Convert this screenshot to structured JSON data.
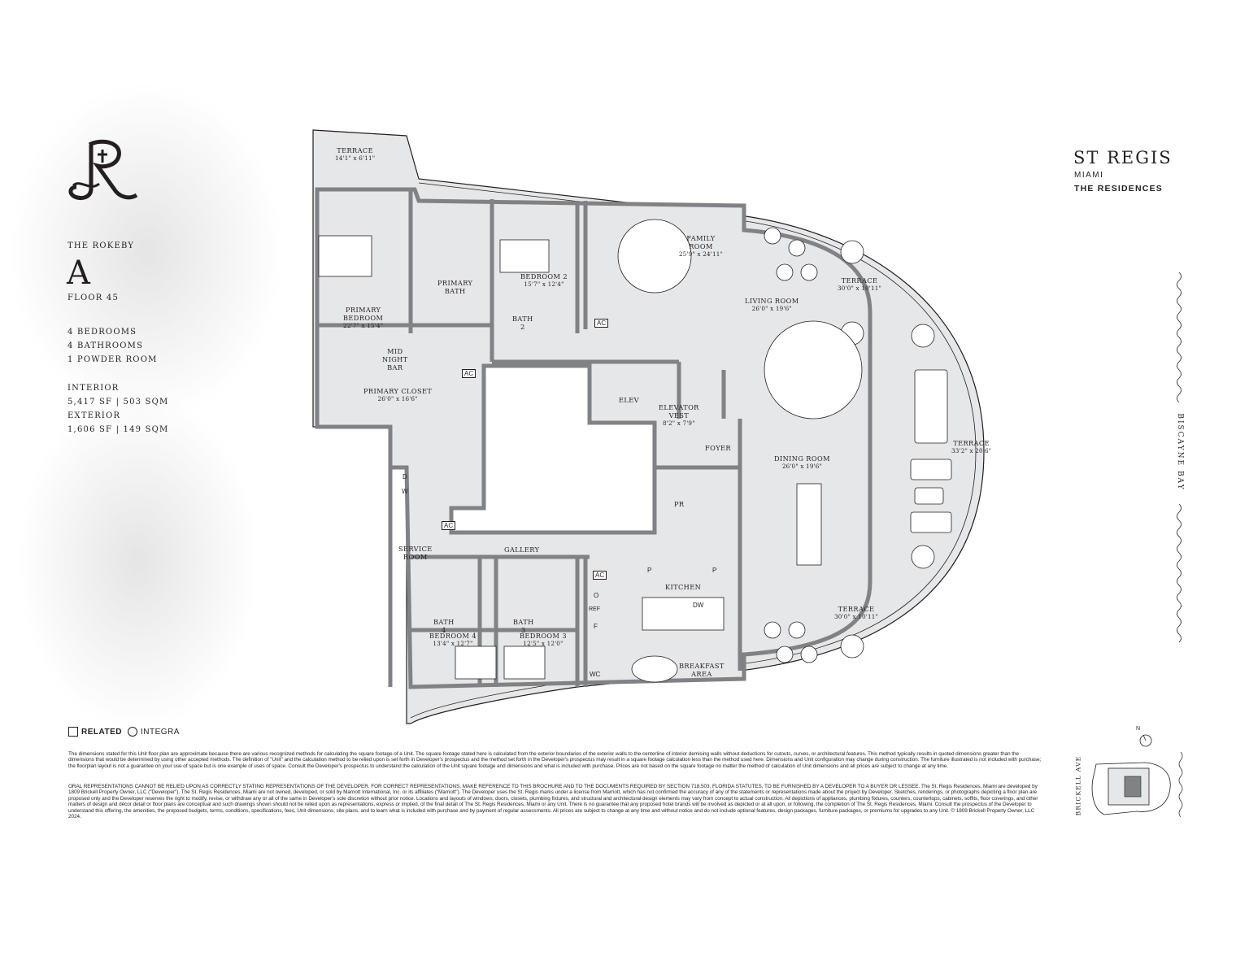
{
  "brand": {
    "logo_monogram": "R",
    "building_name": "THE ROKEBY",
    "unit": "A",
    "floor": "FLOOR 45",
    "st_regis_title": "ST REGIS",
    "st_regis_city": "MIAMI",
    "st_regis_sub": "THE RESIDENCES",
    "developer_related": "RELATED",
    "developer_integra": "INTEGRA"
  },
  "specs": {
    "bedrooms": "4 BEDROOMS",
    "bathrooms": "4 BATHROOMS",
    "powder": "1 POWDER ROOM",
    "interior_label": "INTERIOR",
    "interior_value": "5,417 SF | 503 SQM",
    "exterior_label": "EXTERIOR",
    "exterior_value": "1,606 SF | 149 SQM"
  },
  "rooms": {
    "terrace_nw": {
      "name": "TERRACE",
      "dim": "14'1\" x 6'11\""
    },
    "primary_bedroom": {
      "name": "PRIMARY\nBEDROOM",
      "dim": "22'7\" x 15'4\""
    },
    "primary_bath": {
      "name": "PRIMARY\nBATH"
    },
    "bedroom2": {
      "name": "BEDROOM 2",
      "dim": "15'7\" x 12'4\""
    },
    "bath2": {
      "name": "BATH\n2"
    },
    "family_room": {
      "name": "FAMILY\nROOM",
      "dim": "25'9\" x 24'11\""
    },
    "terrace_ne": {
      "name": "TERRACE",
      "dim": "30'0\" x 10'11\""
    },
    "living_room": {
      "name": "LIVING ROOM",
      "dim": "26'0\" x 19'6\""
    },
    "midnight_bar": {
      "name": "MID\nNIGHT\nBAR"
    },
    "primary_closet": {
      "name": "PRIMARY CLOSET",
      "dim": "26'0\" x 16'6\""
    },
    "elev": {
      "name": "ELEV"
    },
    "elevator_vest": {
      "name": "ELEVATOR\nVEST",
      "dim": "8'2\" x 7'9\""
    },
    "foyer": {
      "name": "FOYER"
    },
    "terrace_e": {
      "name": "TERRACE",
      "dim": "33'2\" x 20'6\""
    },
    "dining_room": {
      "name": "DINING ROOM",
      "dim": "26'0\" x 19'6\""
    },
    "service_room": {
      "name": "SERVICE\nROOM"
    },
    "pr": {
      "name": "PR"
    },
    "gallery": {
      "name": "GALLERY"
    },
    "kitchen": {
      "name": "KITCHEN"
    },
    "bath4": {
      "name": "BATH\n4"
    },
    "bath3": {
      "name": "BATH\n3"
    },
    "bedroom4": {
      "name": "BEDROOM 4",
      "dim": "13'4\" x 12'7\""
    },
    "bedroom3": {
      "name": "BEDROOM 3",
      "dim": "12'5\" x 12'0\""
    },
    "terrace_se": {
      "name": "TERRACE",
      "dim": "30'0\" x 10'11\""
    },
    "breakfast_area": {
      "name": "BREAKFAST\nAREA"
    }
  },
  "fixtures": {
    "ac": "AC",
    "d": "D",
    "w": "W",
    "p": "P",
    "dw": "DW",
    "o": "O",
    "ref": "REF",
    "f": "F",
    "wc": "WC"
  },
  "orientation": {
    "bay": "BISCAYNE BAY",
    "avenue": "BRICKELL AVE",
    "north": "N"
  },
  "disclaimer": {
    "para1": "The dimensions stated for this Unit floor plan are approximate because there are various recognized methods for calculating the square footage of a Unit. The square footage stated here is calculated from the exterior boundaries of the exterior walls to the centerline of interior demising walls without deductions for cutouts, curves, or architectural features. This method typically results in quoted dimensions greater than the dimensions that would be determined by using other accepted methods. The definition of \"Unit\" and the calculation method to be relied upon is set forth in Developer's prospectus and the method set forth in the Developer's prospectus may result in a square footage calculation less than the method used here. Dimensions and Unit configuration may change during construction. The furniture illustrated is not included with purchase; the floorplan layout is not a guarantee on your use of space but is one example of uses of space. Consult the Developer's prospectus to understand the calculation of the Unit square footage and dimensions and what is included with purchase. Prices are not based on the square footage no matter the method of calculation of Unit dimensions and all prices are subject to change at any time.",
    "para2": "ORAL REPRESENTATIONS CANNOT BE RELIED UPON AS CORRECTLY STATING REPRESENTATIONS OF THE DEVELOPER. FOR CORRECT REPRESENTATIONS, MAKE REFERENCE TO THIS BROCHURE AND TO THE DOCUMENTS REQUIRED BY SECTION 718.503, FLORIDA STATUTES, TO BE FURNISHED BY A DEVELOPER TO A BUYER OR LESSEE. The St. Regis Residences, Miami are developed by 1809 Brickell Property Owner, LLC (\"Developer\"). The St. Regis Residences, Miami are not owned, developed, or sold by Marriott International, Inc. or its affiliates (\"Marriott\"). The Developer uses the St. Regis marks under a license from Marriott, which has not confirmed the accuracy of any of the statements or representations made about the project by Developer. Sketches, renderings, or photographs depicting a floor plan are proposed only and the Developer reserves the right to modify, revise, or withdraw any or all of the same in Developer's sole discretion without prior notice. Locations and layouts of windows, doors, closets, plumbing fixtures, and structural and architectural design elements may vary from concept to actual construction. All depictions of appliances, plumbing fixtures, counters, countertops, cabinets, soffits, floor coverings, and other matters of design and décor detail or floor plans are conceptual and such drawings shown should not be relied upon as representations, express or implied, of the final detail of The St. Regis Residences, Miami or any Unit. There is no guarantee that any proposed hotel brands will be involved as depicted or at all upon, or following, the completion of The St. Regis Residences, Miami. Consult the prospectus of the Developer to understand this offering, the amenities, the proposed budgets, terms, conditions, specifications, fees, Unit dimensions, site plans, and to learn what is included with purchase and by payment of regular assessments. All prices are subject to change at any time and without notice and do not include optional features, design packages, furniture packages, or premiums for upgrades to any Unit. © 1809 Brickell Property Owner, LLC 2024."
  },
  "colors": {
    "ink": "#231f20",
    "floor": "#e6e7e8",
    "wall": "#808285",
    "background": "#ffffff"
  }
}
